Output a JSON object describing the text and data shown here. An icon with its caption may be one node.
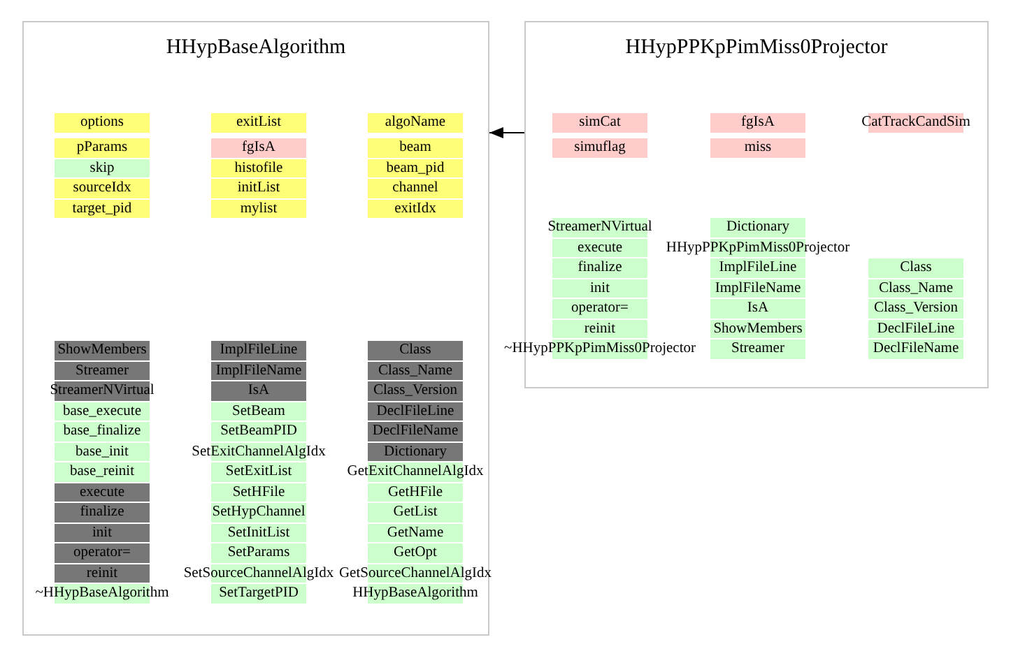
{
  "diagram": {
    "nodes": [
      {
        "text": [
          "HHypBaseAlgorithm"
        ]
      },
      {
        "text": [
          "options"
        ],
        "in": 0
      },
      {
        "text": [
          "pParams"
        ],
        "in": 0
      },
      {
        "text": [
          "skip"
        ],
        "in": 0
      },
      {
        "text": [
          "sourceIdx"
        ],
        "in": 0
      },
      {
        "text": [
          "target_pid"
        ],
        "in": 0
      },
      {
        "text": [
          "exitList"
        ],
        "in": 0
      },
      {
        "text": [
          "fgIsA"
        ],
        "in": 0
      },
      {
        "text": [
          "histofile"
        ],
        "in": 0
      },
      {
        "text": [
          "initList"
        ],
        "in": 0
      },
      {
        "text": [
          "mylist"
        ],
        "in": 0
      },
      {
        "text": [
          "algoName"
        ],
        "in": 0
      },
      {
        "text": [
          "beam"
        ],
        "in": 0
      },
      {
        "text": [
          "beam_pid"
        ],
        "in": 0
      },
      {
        "text": [
          "channel"
        ],
        "in": 0
      },
      {
        "text": [
          "exitIdx"
        ],
        "in": 0
      },
      {
        "text": [
          "ShowMembers"
        ],
        "in": 0
      },
      {
        "text": [
          "Streamer"
        ],
        "in": 0
      },
      {
        "text": [
          "StreamerNVirtual"
        ],
        "in": 0
      },
      {
        "text": [
          "base_execute"
        ],
        "in": 0
      },
      {
        "text": [
          "base_finalize"
        ],
        "in": 0
      },
      {
        "text": [
          "base_init"
        ],
        "in": 0
      },
      {
        "text": [
          "base_reinit"
        ],
        "in": 0
      },
      {
        "text": [
          "execute"
        ],
        "in": 0
      },
      {
        "text": [
          "finalize"
        ],
        "in": 0
      },
      {
        "text": [
          "init"
        ],
        "in": 0
      },
      {
        "text": [
          "operator="
        ],
        "in": 0
      },
      {
        "text": [
          "reinit"
        ],
        "in": 0
      },
      {
        "text": [
          "~HHypBaseAlgorithm"
        ],
        "in": 0
      },
      {
        "text": [
          "ImplFileLine"
        ],
        "in": 0
      },
      {
        "text": [
          "ImplFileName"
        ],
        "in": 0
      },
      {
        "text": [
          "IsA"
        ],
        "in": 0
      },
      {
        "text": [
          "SetBeam"
        ],
        "in": 0
      },
      {
        "text": [
          "SetBeamPID"
        ],
        "in": 0
      },
      {
        "text": [
          "SetExitChannelAlgIdx"
        ],
        "in": 0
      },
      {
        "text": [
          "SetExitList"
        ],
        "in": 0
      },
      {
        "text": [
          "SetHFile"
        ],
        "in": 0
      },
      {
        "text": [
          "SetHypChannel"
        ],
        "in": 0
      },
      {
        "text": [
          "SetInitList"
        ],
        "in": 0
      },
      {
        "text": [
          "SetParams"
        ],
        "in": 0
      },
      {
        "text": [
          "SetSourceChannelAlgIdx"
        ],
        "in": 0
      },
      {
        "text": [
          "SetTargetPID"
        ],
        "in": 0
      },
      {
        "text": [
          "Class"
        ],
        "in": 0
      },
      {
        "text": [
          "Class_Name"
        ],
        "in": 0
      },
      {
        "text": [
          "Class_Version"
        ],
        "in": 0
      },
      {
        "text": [
          "DeclFileLine"
        ],
        "in": 0
      },
      {
        "text": [
          "DeclFileName"
        ],
        "in": 0
      },
      {
        "text": [
          "Dictionary"
        ],
        "in": 0
      },
      {
        "text": [
          "GetExitChannelAlgIdx"
        ],
        "in": 0
      },
      {
        "text": [
          "GetHFile"
        ],
        "in": 0
      },
      {
        "text": [
          "GetList"
        ],
        "in": 0
      },
      {
        "text": [
          "GetName"
        ],
        "in": 0
      },
      {
        "text": [
          "GetOpt"
        ],
        "in": 0
      },
      {
        "text": [
          "GetSourceChannelAlgIdx"
        ],
        "in": 0
      },
      {
        "text": [
          "HHypBaseAlgorithm"
        ],
        "in": 0
      },
      {
        "text": [
          "HHypPPKpPimMiss0Projector"
        ]
      },
      {
        "text": [
          "simCat"
        ],
        "in": 55
      },
      {
        "text": [
          "simuflag"
        ],
        "in": 55
      },
      {
        "text": [
          "fgIsA"
        ],
        "in": 55
      },
      {
        "text": [
          "miss"
        ],
        "in": 55
      },
      {
        "text": [
          "CatTrackCandSim"
        ],
        "in": 55
      },
      {
        "text": [
          "StreamerNVirtual"
        ],
        "in": 55
      },
      {
        "text": [
          "execute"
        ],
        "in": 55
      },
      {
        "text": [
          "finalize"
        ],
        "in": 55
      },
      {
        "text": [
          "init"
        ],
        "in": 55
      },
      {
        "text": [
          "operator="
        ],
        "in": 55
      },
      {
        "text": [
          "reinit"
        ],
        "in": 55
      },
      {
        "text": [
          "~HHypPPKpPimMiss0Projector"
        ],
        "in": 55
      },
      {
        "text": [
          "Dictionary"
        ],
        "in": 55
      },
      {
        "text": [
          "HHypPPKpPimMiss0Projector"
        ],
        "in": 55
      },
      {
        "text": [
          "ImplFileLine"
        ],
        "in": 55
      },
      {
        "text": [
          "ImplFileName"
        ],
        "in": 55
      },
      {
        "text": [
          "IsA"
        ],
        "in": 55
      },
      {
        "text": [
          "ShowMembers"
        ],
        "in": 55
      },
      {
        "text": [
          "Streamer"
        ],
        "in": 55
      },
      {
        "text": [
          "Class"
        ],
        "in": 55
      },
      {
        "text": [
          "Class_Name"
        ],
        "in": 55
      },
      {
        "text": [
          "Class_Version"
        ],
        "in": 55
      },
      {
        "text": [
          "DeclFileLine"
        ],
        "in": 55
      },
      {
        "text": [
          "DeclFileName"
        ],
        "in": 55
      }
    ],
    "edges": [
      {
        "from": 55,
        "to": 0,
        "arrow": "to"
      }
    ]
  }
}
